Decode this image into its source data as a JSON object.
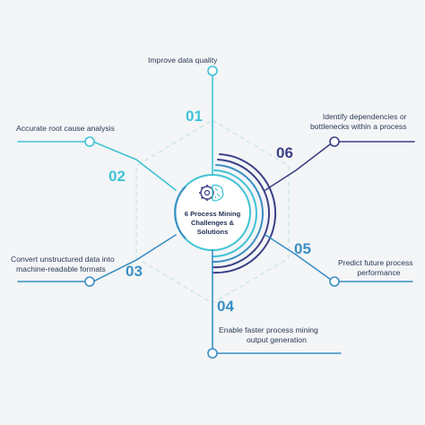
{
  "center": {
    "title_line1": "6 Process Mining",
    "title_line2": "Challenges & Solutions",
    "icon": "gear-brain-icon"
  },
  "colors": {
    "background": "#f3f5f7",
    "dark_navy": "#3b3f86",
    "teal": "#3fc3d3",
    "blue": "#3a8fc4",
    "hexagon_dashed": "#c8e3e3",
    "text": "#2b3a55"
  },
  "items": [
    {
      "number": "01",
      "label_line1": "Improve data quality",
      "label_line2": ""
    },
    {
      "number": "02",
      "label_line1": "Accurate root cause analysis",
      "label_line2": ""
    },
    {
      "number": "03",
      "label_line1": "Convert unstructured data into",
      "label_line2": "machine-readable formats"
    },
    {
      "number": "04",
      "label_line1": "Enable faster process mining",
      "label_line2": "output generation"
    },
    {
      "number": "05",
      "label_line1": "Predict future process",
      "label_line2": "performance"
    },
    {
      "number": "06",
      "label_line1": "Identify dependencies or",
      "label_line2": "bottlenecks within a process"
    }
  ]
}
